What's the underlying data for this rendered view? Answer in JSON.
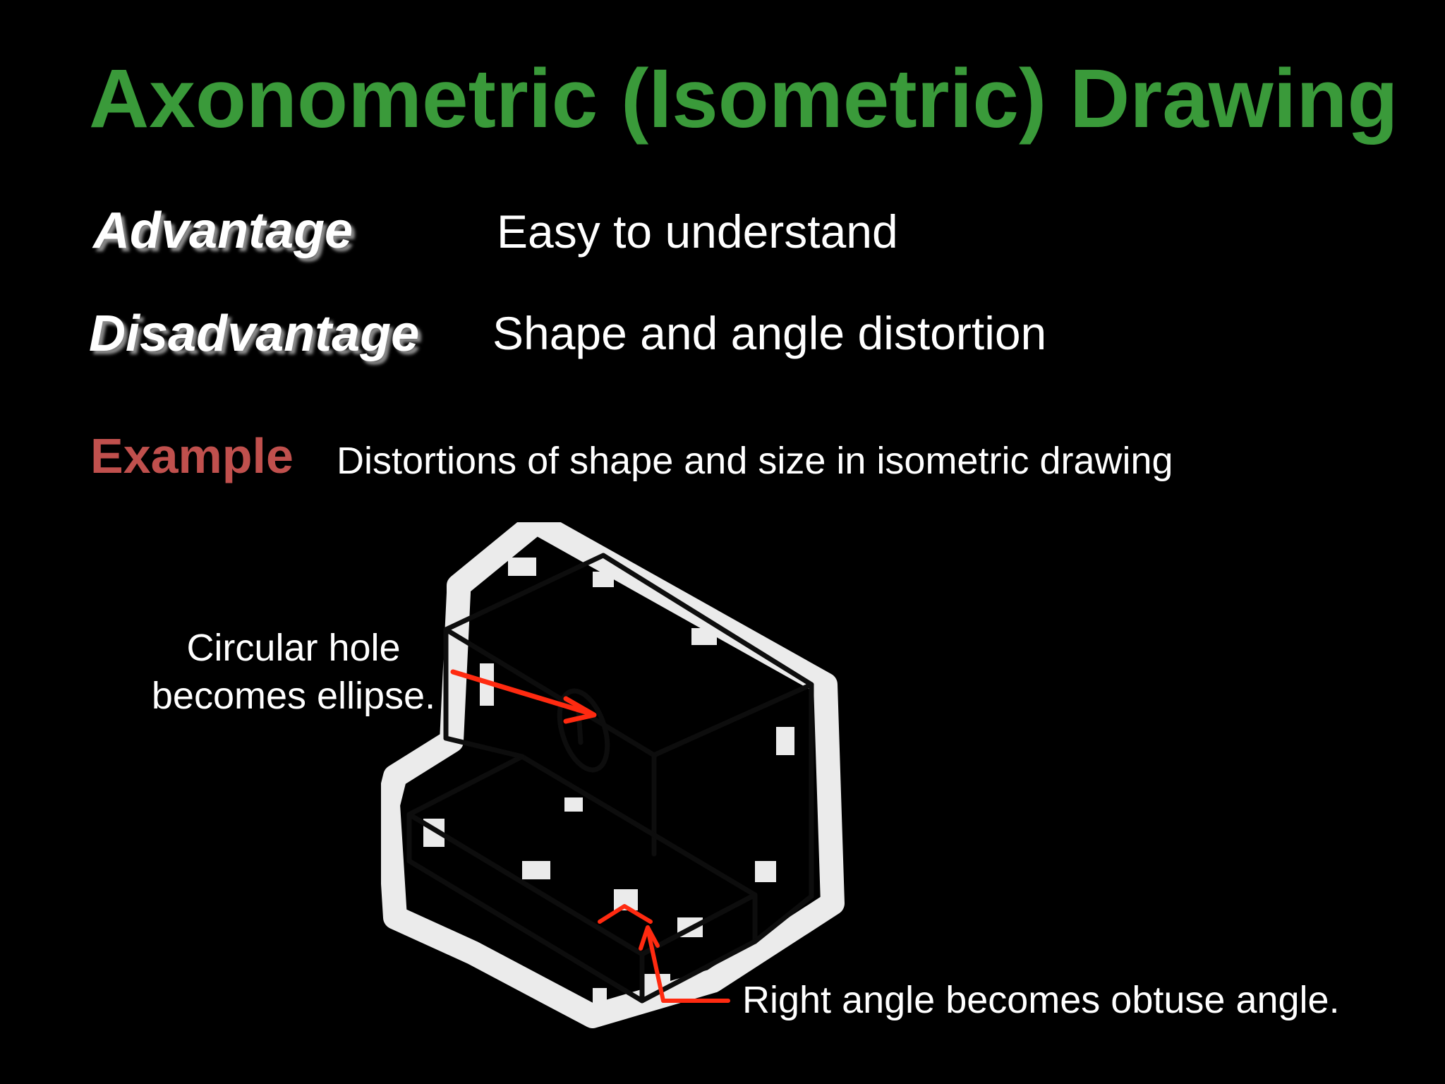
{
  "slide": {
    "title": "Axonometric (Isometric) Drawing",
    "title_color": "#3a9a3a",
    "background": "#000000"
  },
  "points": [
    {
      "term": "Advantage",
      "description": "Easy to understand"
    },
    {
      "term": "Disadvantage",
      "description": "Shape and angle distortion"
    }
  ],
  "example": {
    "label": "Example",
    "label_color": "#c0504d",
    "description": "Distortions of shape and size in isometric drawing"
  },
  "callouts": {
    "hole_line1": "Circular hole",
    "hole_line2": "becomes ellipse.",
    "angle": "Right angle becomes obtuse angle.",
    "arrow_color": "#ff2a10"
  }
}
